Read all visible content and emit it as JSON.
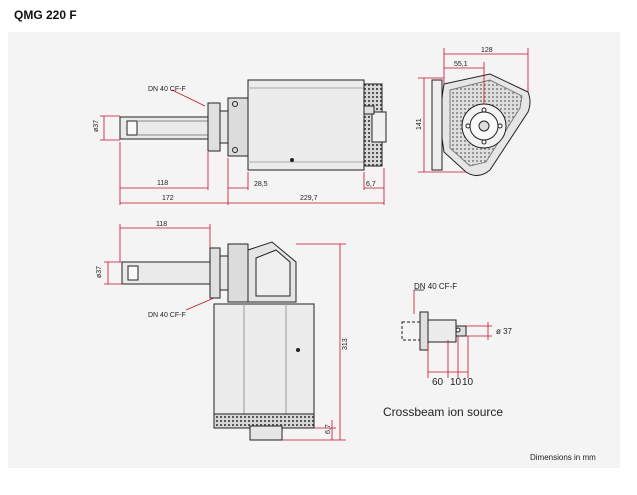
{
  "title": "QMG 220 F",
  "footer": "Dimensions in mm",
  "caption": "Crossbeam ion source",
  "top_view": {
    "flange_label": "DN 40 CF-F",
    "diameter": "ø37",
    "dim_118": "118",
    "dim_172": "172",
    "dim_28_5": "28,5",
    "dim_229_7": "229,7",
    "dim_6_7": "6,7"
  },
  "end_view": {
    "dim_128": "128",
    "dim_55_1": "55,1",
    "dim_141": "141"
  },
  "side_view": {
    "flange_label": "DN 40 CF-F",
    "diameter": "ø37",
    "dim_118": "118",
    "dim_313": "313",
    "dim_6_7": "6,7"
  },
  "detail": {
    "flange_label": "DN 40 CF-F",
    "diameter": "ø 37",
    "dim_60": "60",
    "dim_10a": "10",
    "dim_10b": "10"
  },
  "colors": {
    "dimension": "#c8102e",
    "outline": "#222222",
    "panel": "#f4f4f4"
  }
}
